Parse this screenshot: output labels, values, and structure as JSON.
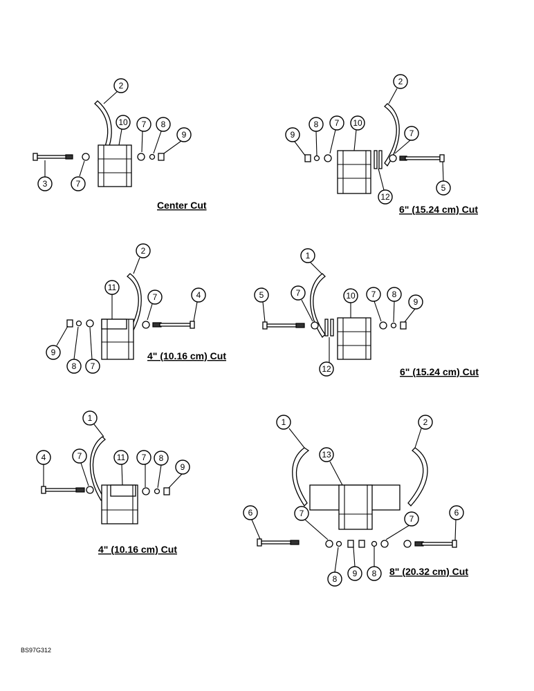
{
  "assemblies": [
    {
      "caption": "Center Cut",
      "callouts": [
        "2",
        "10",
        "7",
        "8",
        "9",
        "3",
        "7"
      ]
    },
    {
      "caption": "6\" (15.24 cm) Cut",
      "callouts": [
        "2",
        "9",
        "8",
        "7",
        "10",
        "7",
        "12",
        "5"
      ]
    },
    {
      "caption": "4\" (10.16 cm) Cut",
      "callouts": [
        "2",
        "11",
        "7",
        "4",
        "9",
        "8",
        "7"
      ]
    },
    {
      "caption": "6\" (15.24 cm) Cut",
      "callouts": [
        "1",
        "5",
        "7",
        "10",
        "7",
        "8",
        "9",
        "12"
      ]
    },
    {
      "caption": "4\" (10.16 cm) Cut",
      "callouts": [
        "1",
        "4",
        "7",
        "11",
        "7",
        "8",
        "9"
      ]
    },
    {
      "caption": "8\" (20.32 cm) Cut",
      "callouts": [
        "1",
        "2",
        "13",
        "6",
        "7",
        "7",
        "6",
        "8",
        "9",
        "8"
      ]
    }
  ],
  "drawing_code": "BS97G312"
}
